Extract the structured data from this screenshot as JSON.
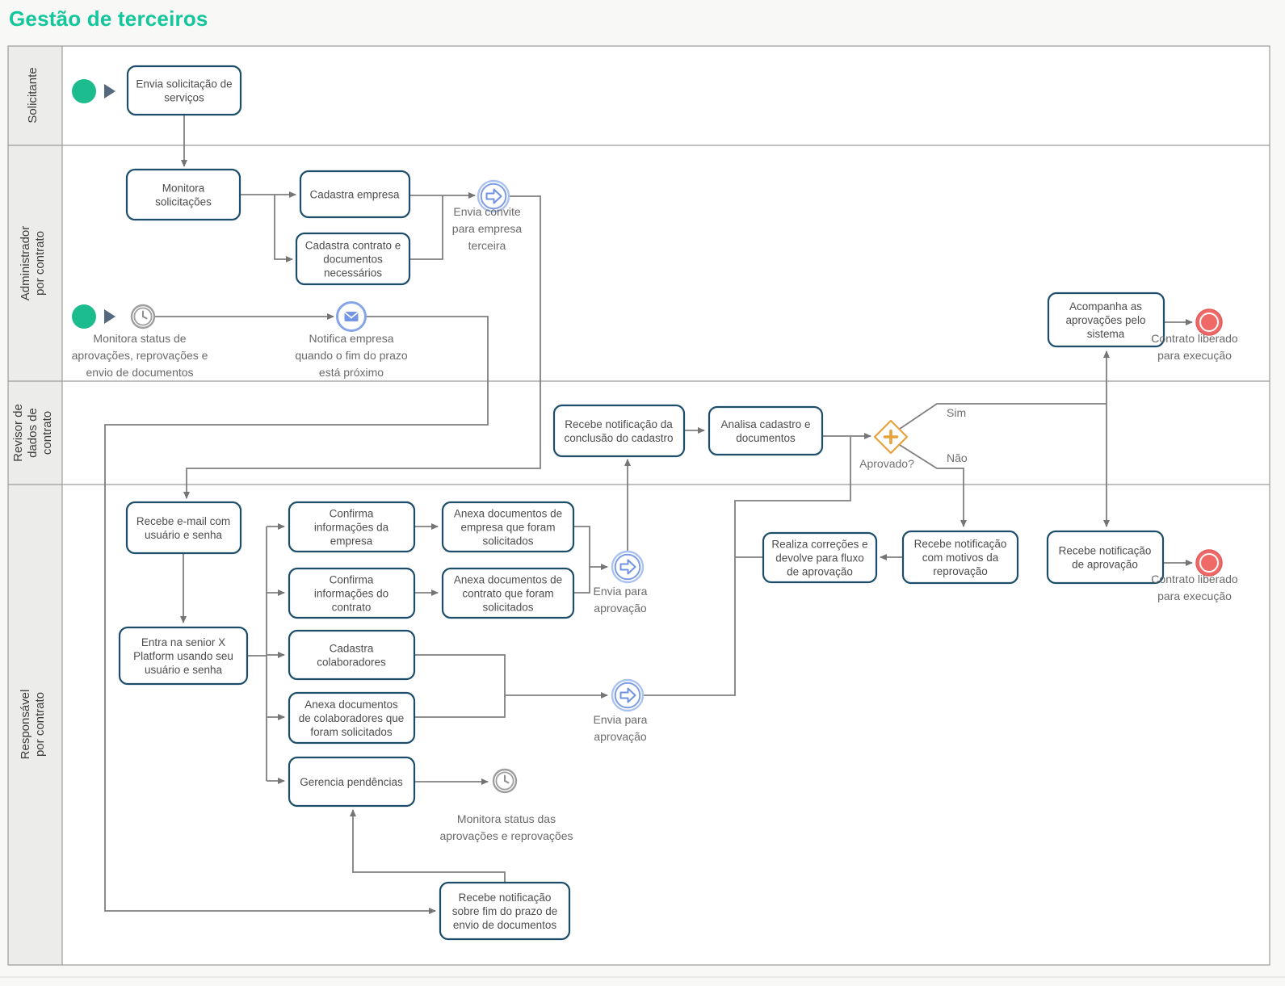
{
  "title": "Gestão de terceiros",
  "colors": {
    "title_green": "#14c69b",
    "task_border_navy": "#1c4e6b",
    "flow_gray": "#7f7f7f",
    "start_event_green": "#1dbc8e",
    "end_event_red": "#ef6a66",
    "event_blue": "#7d9ce6",
    "gateway_orange": "#e8a23c",
    "lane_strip_gray": "#ececeb"
  },
  "lanes": [
    {
      "label_lines": [
        "Solicitante"
      ]
    },
    {
      "label_lines": [
        "Administrador",
        "por contrato"
      ]
    },
    {
      "label_lines": [
        "Revisor de",
        "dados de",
        "contrato"
      ]
    },
    {
      "label_lines": [
        "Responsável",
        "por contrato"
      ]
    }
  ],
  "tasks": {
    "envia_solicitacao": [
      "Envia solicitação de",
      "serviços"
    ],
    "monitora_solicitacoes": [
      "Monitora",
      "solicitações"
    ],
    "cadastra_empresa": [
      "Cadastra empresa"
    ],
    "cadastra_contrato": [
      "Cadastra contrato e",
      "documentos",
      "necessários"
    ],
    "acompanha": [
      "Acompanha as",
      "aprovações pelo",
      "sistema"
    ],
    "recebe_notif_conclusao": [
      "Recebe notificação da",
      "conclusão do cadastro"
    ],
    "analisa": [
      "Analisa cadastro e",
      "documentos"
    ],
    "recebe_email": [
      "Recebe e-mail com",
      "usuário e senha"
    ],
    "entra_senior": [
      "Entra na senior X",
      "Platform usando seu",
      "usuário e senha"
    ],
    "confirma_empresa": [
      "Confirma",
      "informações da",
      "empresa"
    ],
    "confirma_contrato": [
      "Confirma",
      "informações do",
      "contrato"
    ],
    "cadastra_colab": [
      "Cadastra",
      "colaboradores"
    ],
    "anexa_colab": [
      "Anexa documentos",
      "de colaboradores que",
      "foram solicitados"
    ],
    "gerencia": [
      "Gerencia pendências"
    ],
    "anexa_empresa": [
      "Anexa documentos de",
      "empresa que foram",
      "solicitados"
    ],
    "anexa_contrato": [
      "Anexa documentos de",
      "contrato que foram",
      "solicitados"
    ],
    "realiza_correcoes": [
      "Realiza correções e",
      "devolve para fluxo",
      "de aprovação"
    ],
    "recebe_motivos": [
      "Recebe notificação",
      "com motivos da",
      "reprovação"
    ],
    "recebe_aprovacao": [
      "Recebe notificação",
      "de aprovação"
    ],
    "recebe_fim_prazo": [
      "Recebe notificação",
      "sobre fim do prazo de",
      "envio de documentos"
    ]
  },
  "labels": {
    "monitora_status1": [
      "Monitora status de",
      "aprovações, reprovações e",
      "envio de documentos"
    ],
    "notifica_empresa": [
      "Notifica empresa",
      "quando o fim do prazo",
      "está próximo"
    ],
    "envia_convite": [
      "Envia convite",
      "para empresa",
      "terceira"
    ],
    "contrato_liberado1": [
      "Contrato liberado",
      "para execução"
    ],
    "contrato_liberado2": [
      "Contrato liberado",
      "para execução"
    ],
    "envia_aprov1": [
      "Envia para",
      "aprovação"
    ],
    "envia_aprov2": [
      "Envia para",
      "aprovação"
    ],
    "monitora_status2": [
      "Monitora status das",
      "aprovações e reprovações"
    ],
    "aprovado": "Aprovado?",
    "sim": "Sim",
    "nao": "Não"
  }
}
